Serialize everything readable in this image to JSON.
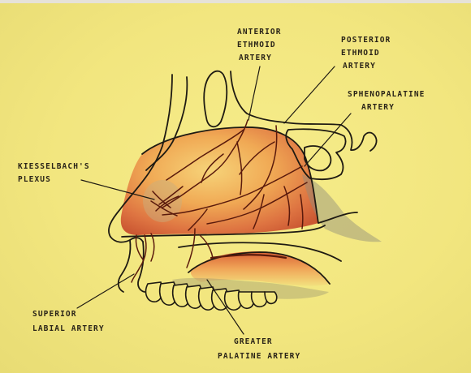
{
  "labels": {
    "anterior_ethmoid": [
      "ANTERIOR",
      "ETHMOID",
      "ARTERY"
    ],
    "posterior_ethmoid": [
      "POSTERIOR",
      "ETHMOID",
      "ARTERY"
    ],
    "sphenopalatine": [
      "SPHENOPALATINE",
      "ARTERY"
    ],
    "kiesselbach": [
      "KIESSELBACH'S",
      "PLEXUS"
    ],
    "superior_labial": [
      "SUPERIOR",
      "LABIAL ARTERY"
    ],
    "greater_palatine": [
      "GREATER",
      "PALATINE ARTERY"
    ]
  },
  "colors": {
    "paper": "#f2e67f",
    "ink": "#1e1a12",
    "vessel": "#5a1a0c",
    "mucosa_dark": "#d4603a",
    "mucosa_light": "#f3b35a"
  }
}
